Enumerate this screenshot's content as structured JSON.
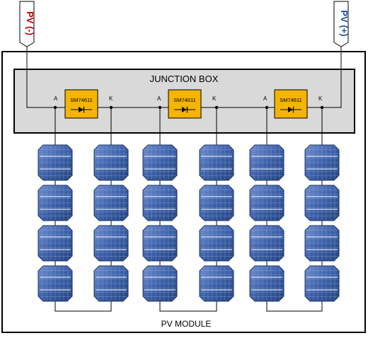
{
  "terminals": {
    "negative": "PV (-)",
    "positive": "PV (+)"
  },
  "junction_box": {
    "title": "JUNCTION BOX",
    "diodes": [
      {
        "part": "SM74611",
        "anode": "A",
        "cathode": "K"
      },
      {
        "part": "SM74611",
        "anode": "A",
        "cathode": "K"
      },
      {
        "part": "SM74611",
        "anode": "A",
        "cathode": "K"
      }
    ]
  },
  "module": {
    "label": "PV MODULE",
    "cell_columns": 6,
    "cell_rows": 4
  },
  "colors": {
    "diode_fill": "#f5b400",
    "junction_box_fill": "#d9d9d9",
    "cell_blue": "#3b5fa8",
    "negative_text": "#c00000",
    "positive_text": "#1f4e9c"
  }
}
